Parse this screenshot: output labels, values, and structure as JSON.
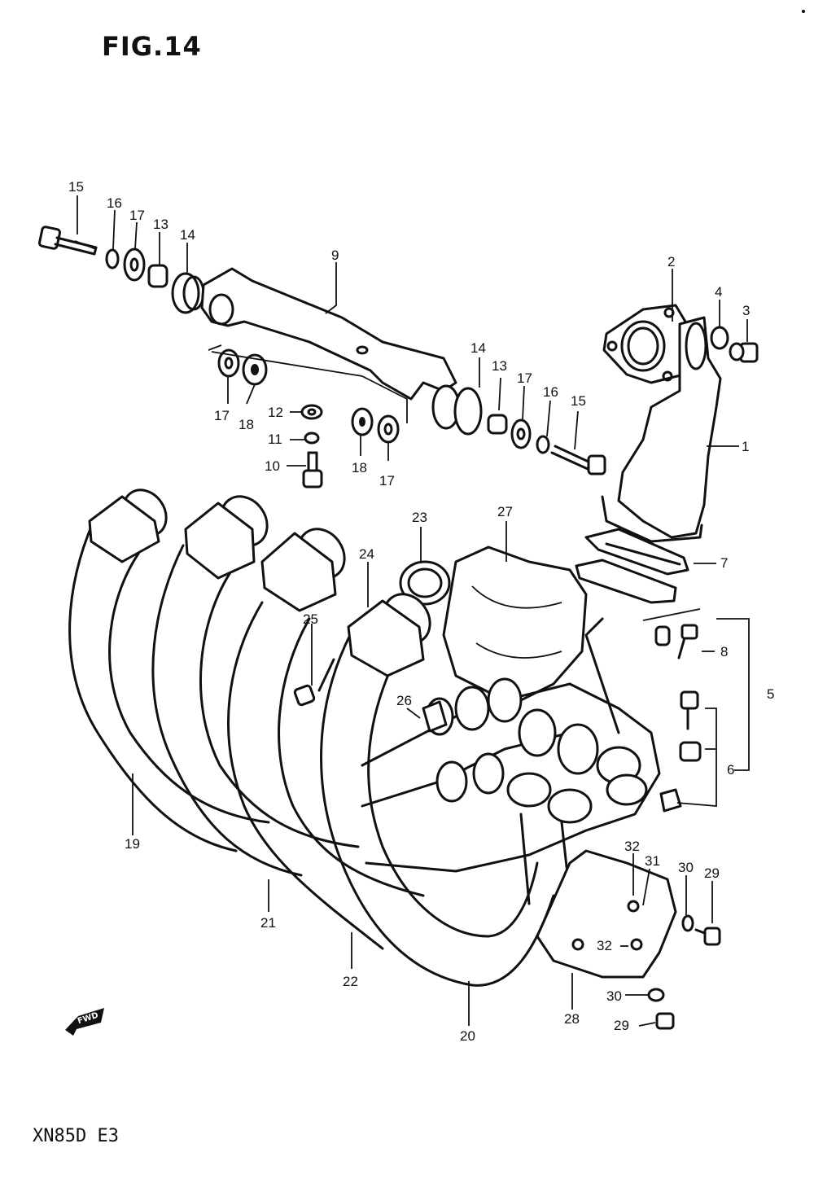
{
  "figure": {
    "title": "FIG.14",
    "model_code": "XN85D  E3",
    "fwd_marker": "FWD"
  },
  "callouts": [
    {
      "id": "c15a",
      "label": "15"
    },
    {
      "id": "c16a",
      "label": "16"
    },
    {
      "id": "c17a",
      "label": "17"
    },
    {
      "id": "c13a",
      "label": "13"
    },
    {
      "id": "c14a",
      "label": "14"
    },
    {
      "id": "c9",
      "label": "9"
    },
    {
      "id": "c2",
      "label": "2"
    },
    {
      "id": "c4",
      "label": "4"
    },
    {
      "id": "c3",
      "label": "3"
    },
    {
      "id": "c1",
      "label": "1"
    },
    {
      "id": "c17b",
      "label": "17"
    },
    {
      "id": "c18a",
      "label": "18"
    },
    {
      "id": "c12",
      "label": "12"
    },
    {
      "id": "c11",
      "label": "11"
    },
    {
      "id": "c10",
      "label": "10"
    },
    {
      "id": "c18b",
      "label": "18"
    },
    {
      "id": "c17c",
      "label": "17"
    },
    {
      "id": "c14b",
      "label": "14"
    },
    {
      "id": "c13b",
      "label": "13"
    },
    {
      "id": "c17d",
      "label": "17"
    },
    {
      "id": "c16b",
      "label": "16"
    },
    {
      "id": "c15b",
      "label": "15"
    },
    {
      "id": "c23",
      "label": "23"
    },
    {
      "id": "c27",
      "label": "27"
    },
    {
      "id": "c24",
      "label": "24"
    },
    {
      "id": "c7",
      "label": "7"
    },
    {
      "id": "c5",
      "label": "5"
    },
    {
      "id": "c8",
      "label": "8"
    },
    {
      "id": "c25",
      "label": "25"
    },
    {
      "id": "c26",
      "label": "26"
    },
    {
      "id": "c6",
      "label": "6"
    },
    {
      "id": "c19",
      "label": "19"
    },
    {
      "id": "c32a",
      "label": "32"
    },
    {
      "id": "c31",
      "label": "31"
    },
    {
      "id": "c30a",
      "label": "30"
    },
    {
      "id": "c29a",
      "label": "29"
    },
    {
      "id": "c21",
      "label": "21"
    },
    {
      "id": "c32b",
      "label": "32"
    },
    {
      "id": "c22",
      "label": "22"
    },
    {
      "id": "c30b",
      "label": "30"
    },
    {
      "id": "c28",
      "label": "28"
    },
    {
      "id": "c29b",
      "label": "29"
    },
    {
      "id": "c20",
      "label": "20"
    }
  ]
}
